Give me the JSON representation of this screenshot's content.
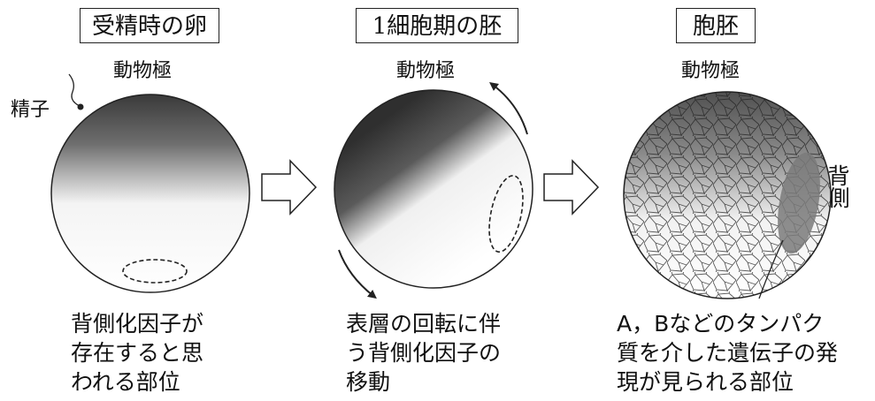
{
  "stage1": {
    "title": "受精時の卵",
    "pole": "動物極",
    "sperm": "精子",
    "caption": "背側化因子が\n存在すると思\nわれる部位"
  },
  "stage2": {
    "title": "1細胞期の胚",
    "pole": "動物極",
    "caption": "表層の回転に伴\nう背側化因子の\n移動"
  },
  "stage3": {
    "title": "胞胚",
    "pole": "動物極",
    "dorsal": "背側",
    "caption": "A，Bなどのタンパク\n質を介した遺伝子の発\n現が見られる部位"
  }
}
